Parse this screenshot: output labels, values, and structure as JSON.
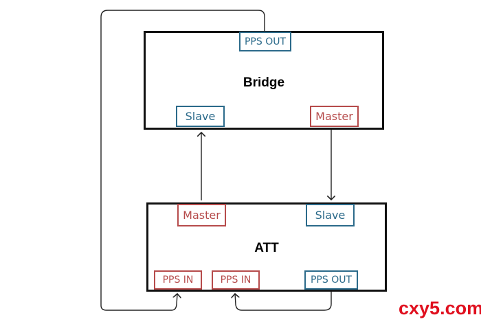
{
  "bridge": {
    "title": "Bridge",
    "ports": {
      "pps_out": "PPS OUT",
      "slave": "Slave",
      "master": "Master"
    }
  },
  "att": {
    "title": "ATT",
    "ports": {
      "master": "Master",
      "slave": "Slave",
      "pps_in_1": "PPS IN",
      "pps_in_2": "PPS IN",
      "pps_out": "PPS OUT"
    }
  },
  "colors": {
    "port_blue": "#2b6a8a",
    "port_red": "#b64b4b",
    "watermark": "#e0101f"
  },
  "watermark": "cxy5.com"
}
